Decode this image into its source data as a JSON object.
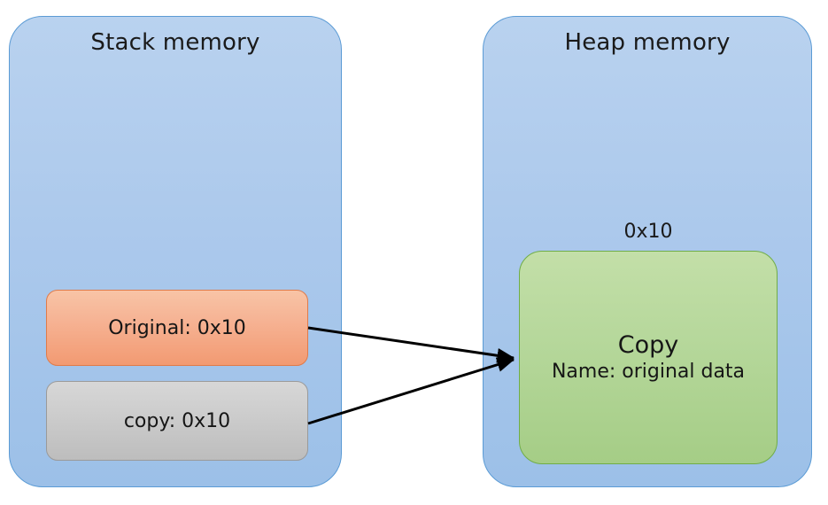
{
  "diagram": {
    "title_stack": "Stack memory",
    "title_heap": "Heap memory",
    "colors": {
      "region_fill": "#acc9ec",
      "region_border": "#5b9bd5",
      "original_fill": "#f6b394",
      "original_border": "#e07b4a",
      "copy_fill": "#cdcdcd",
      "copy_border": "#9a9a9a",
      "heap_object_fill": "#b5d79a",
      "heap_object_border": "#70ad47",
      "arrow": "#000000",
      "text": "#161616"
    }
  },
  "stack": {
    "title": "Stack memory",
    "variables": [
      {
        "label": "Original: 0x10",
        "name": "Original",
        "value": "0x10"
      },
      {
        "label": "copy: 0x10",
        "name": "copy",
        "value": "0x10"
      }
    ]
  },
  "heap": {
    "title": "Heap memory",
    "address_label": "0x10",
    "object": {
      "title": "Copy",
      "subtitle": "Name: original data"
    }
  },
  "arrows": [
    {
      "from": "original-box",
      "to": "heap-object",
      "label": ""
    },
    {
      "from": "copy-box",
      "to": "heap-object",
      "label": ""
    }
  ]
}
